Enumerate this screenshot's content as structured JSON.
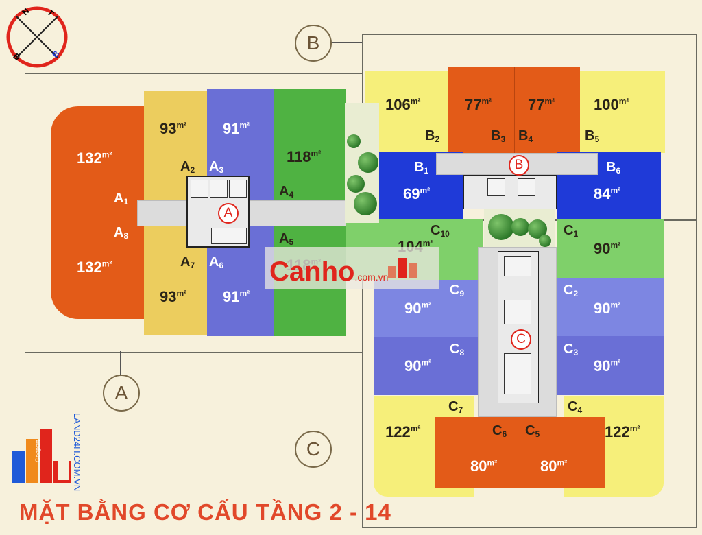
{
  "title": "MẶT BẰNG CƠ CẤU TẦNG 2 - 14",
  "compass": {
    "letters": [
      "N",
      "T",
      "B",
      "Đ"
    ]
  },
  "blocks": {
    "A": "A",
    "B": "B",
    "C": "C"
  },
  "hubs": {
    "A": "A",
    "B": "B",
    "C": "C"
  },
  "units": {
    "A1": {
      "code": "A",
      "sub": "1",
      "area": "132",
      "unit": "m²"
    },
    "A8": {
      "code": "A",
      "sub": "8",
      "area": "132",
      "unit": "m²"
    },
    "A2": {
      "code": "A",
      "sub": "2",
      "area": "93",
      "unit": "m²"
    },
    "A7": {
      "code": "A",
      "sub": "7",
      "area": "93",
      "unit": "m²"
    },
    "A3": {
      "code": "A",
      "sub": "3",
      "area": "91",
      "unit": "m²"
    },
    "A6": {
      "code": "A",
      "sub": "6",
      "area": "91",
      "unit": "m²"
    },
    "A4": {
      "code": "A",
      "sub": "4",
      "area": "118",
      "unit": "m²"
    },
    "A5": {
      "code": "A",
      "sub": "5",
      "area": "118",
      "unit": "m²"
    },
    "B2": {
      "code": "B",
      "sub": "2",
      "area": "106",
      "unit": "m²"
    },
    "B3": {
      "code": "B",
      "sub": "3",
      "area": "77",
      "unit": "m²"
    },
    "B4": {
      "code": "B",
      "sub": "4",
      "area": "77",
      "unit": "m²"
    },
    "B5": {
      "code": "B",
      "sub": "5",
      "area": "100",
      "unit": "m²"
    },
    "B1": {
      "code": "B",
      "sub": "1",
      "area": "69",
      "unit": "m²"
    },
    "B6": {
      "code": "B",
      "sub": "6",
      "area": "84",
      "unit": "m²"
    },
    "C10": {
      "code": "C",
      "sub": "10",
      "area": "104",
      "unit": "m²"
    },
    "C1": {
      "code": "C",
      "sub": "1",
      "area": "90",
      "unit": "m²"
    },
    "C9": {
      "code": "C",
      "sub": "9",
      "area": "90",
      "unit": "m²"
    },
    "C2": {
      "code": "C",
      "sub": "2",
      "area": "90",
      "unit": "m²"
    },
    "C8": {
      "code": "C",
      "sub": "8",
      "area": "90",
      "unit": "m²"
    },
    "C3": {
      "code": "C",
      "sub": "3",
      "area": "90",
      "unit": "m²"
    },
    "C7": {
      "code": "C",
      "sub": "7",
      "area": "122",
      "unit": "m²"
    },
    "C4": {
      "code": "C",
      "sub": "4",
      "area": "122",
      "unit": "m²"
    },
    "C6": {
      "code": "C",
      "sub": "6",
      "area": "80",
      "unit": "m²"
    },
    "C5": {
      "code": "C",
      "sub": "5",
      "area": "80",
      "unit": "m²"
    }
  },
  "watermarks": {
    "canho": "Canho",
    "canho_domain": ".com.vn",
    "land24h": "LAND24H.COM.VN",
    "geeport": "Geeport"
  },
  "colors": {
    "orange": "#e35b18",
    "yellow": "#eccd5e",
    "lightyellow": "#f6ef7a",
    "purple": "#6a6fd6",
    "green": "#4fb242",
    "lightgreen": "#7fd06a",
    "blue": "#1f3ad8",
    "periwinkle": "#7d86e2"
  }
}
